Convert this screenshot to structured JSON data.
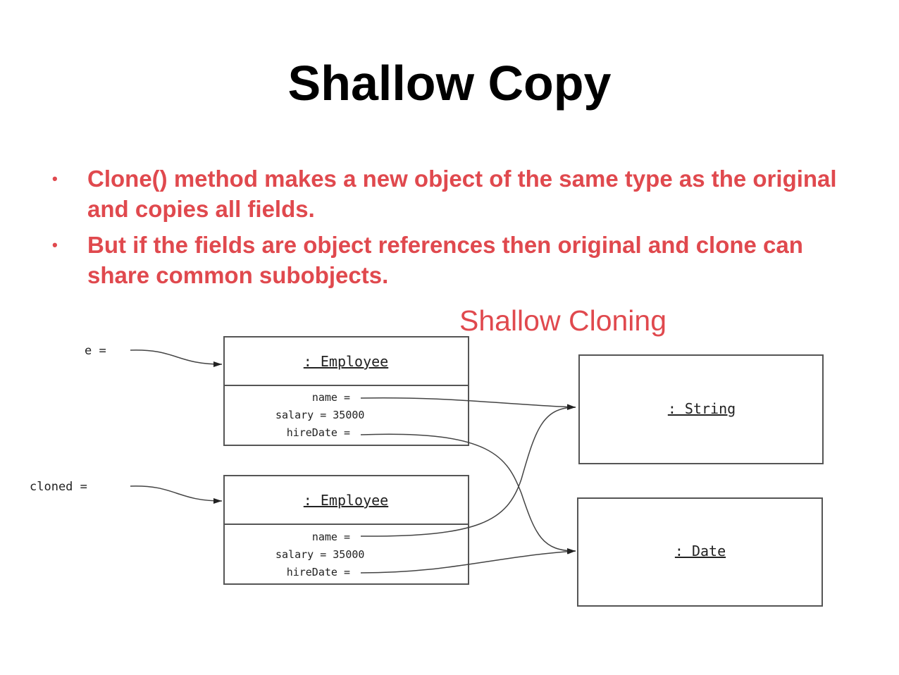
{
  "slide": {
    "title": "Shallow Copy",
    "bullets": [
      "Clone() method makes a new object of the same type as the original and copies all fields.",
      "But if the fields are object references then original and clone can share common subobjects."
    ],
    "diagram_title": "Shallow Cloning"
  },
  "diagram": {
    "variables": [
      {
        "label": "e ="
      },
      {
        "label": "cloned ="
      }
    ],
    "objects": [
      {
        "header": ": Employee",
        "fields": [
          "name =",
          "salary = 35000",
          "hireDate ="
        ]
      },
      {
        "header": ": Employee",
        "fields": [
          "name =",
          "salary = 35000",
          "hireDate ="
        ]
      },
      {
        "header": ": String"
      },
      {
        "header": ": Date"
      }
    ]
  },
  "colors": {
    "accent": "#e0494e",
    "text": "#000000",
    "line": "#333333"
  }
}
